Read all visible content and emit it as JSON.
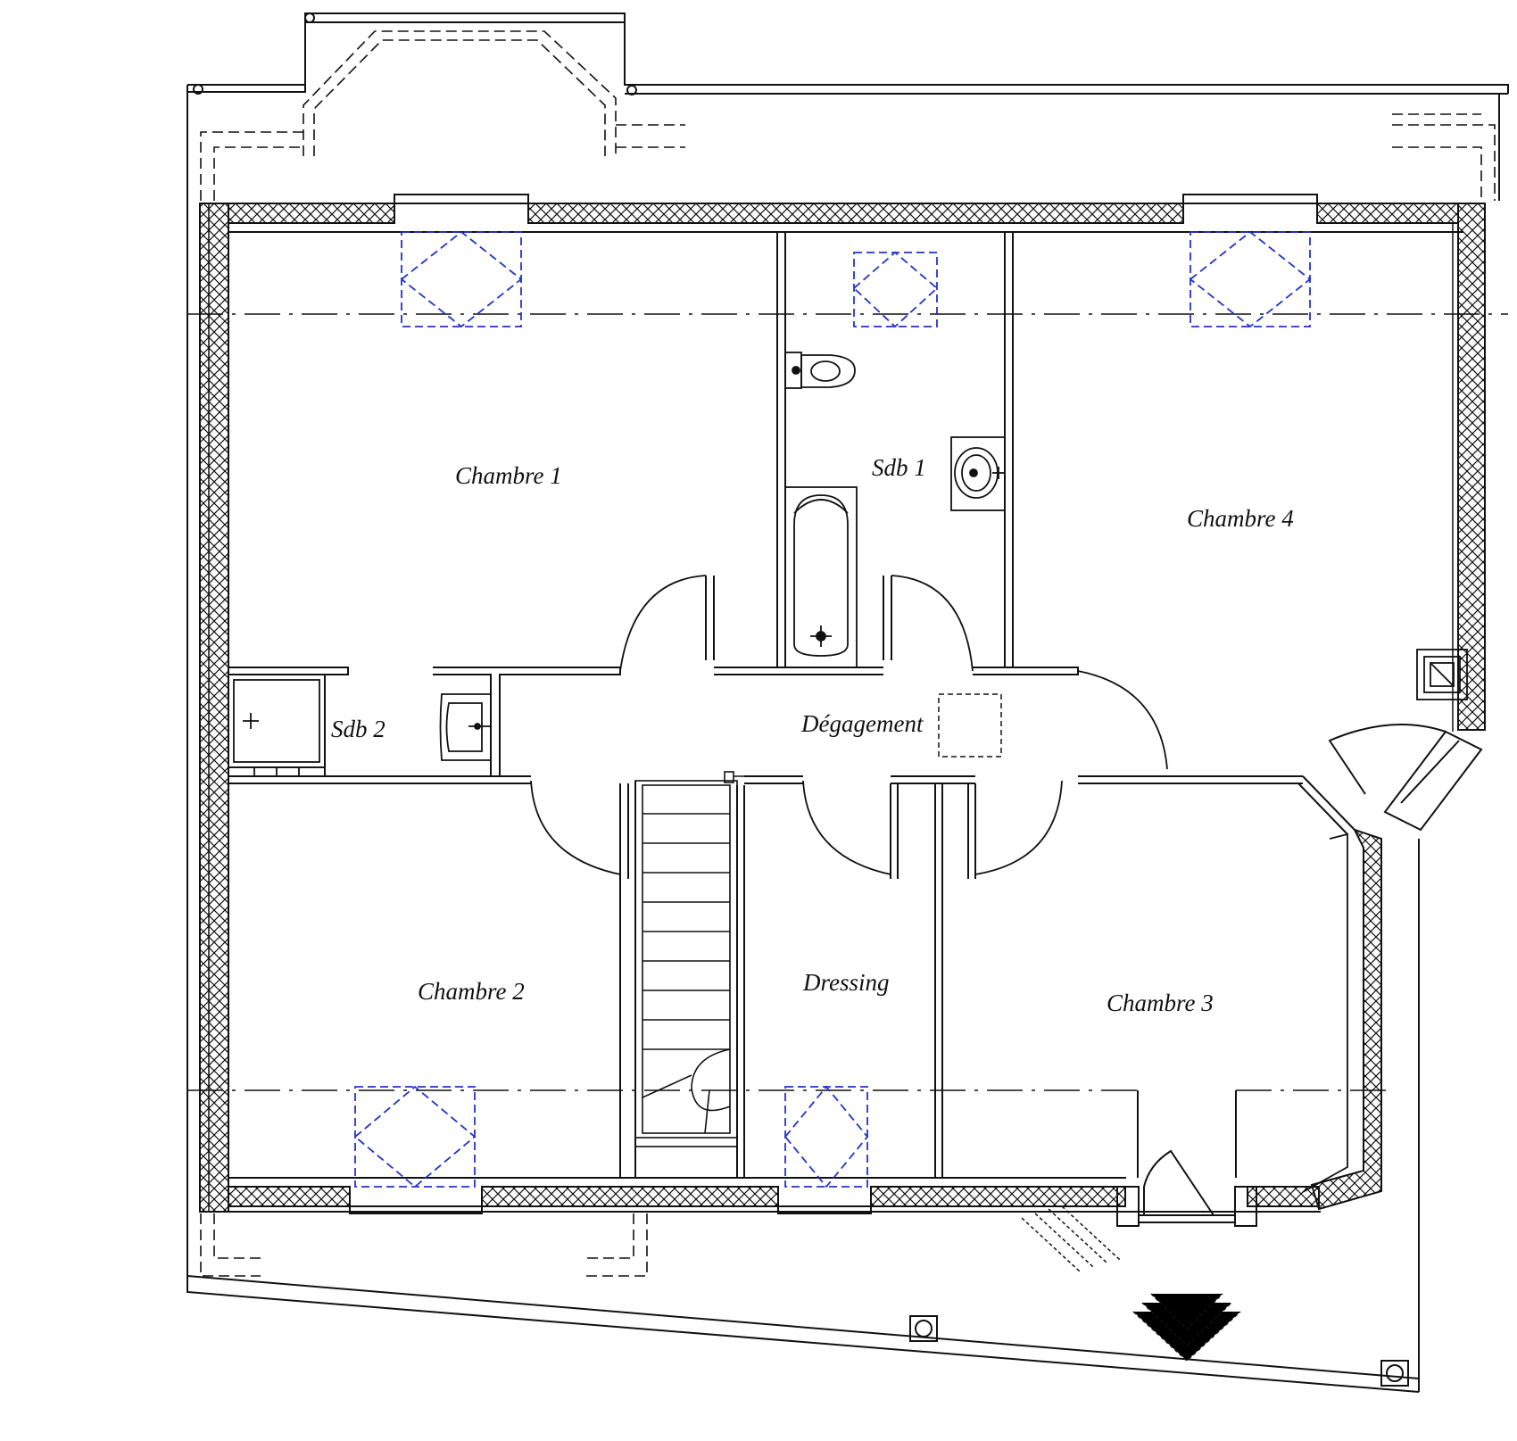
{
  "plan": {
    "rooms": [
      {
        "id": "chambre-1",
        "label": "Chambre 1"
      },
      {
        "id": "sdb-1",
        "label": "Sdb 1"
      },
      {
        "id": "chambre-4",
        "label": "Chambre 4"
      },
      {
        "id": "sdb-2",
        "label": "Sdb 2"
      },
      {
        "id": "degagement",
        "label": "Dégagement"
      },
      {
        "id": "chambre-2",
        "label": "Chambre 2"
      },
      {
        "id": "dressing",
        "label": "Dressing"
      },
      {
        "id": "chambre-3",
        "label": "Chambre 3"
      }
    ],
    "colors": {
      "line": "#111111",
      "skylight": "#2233cc",
      "background": "#ffffff"
    }
  }
}
